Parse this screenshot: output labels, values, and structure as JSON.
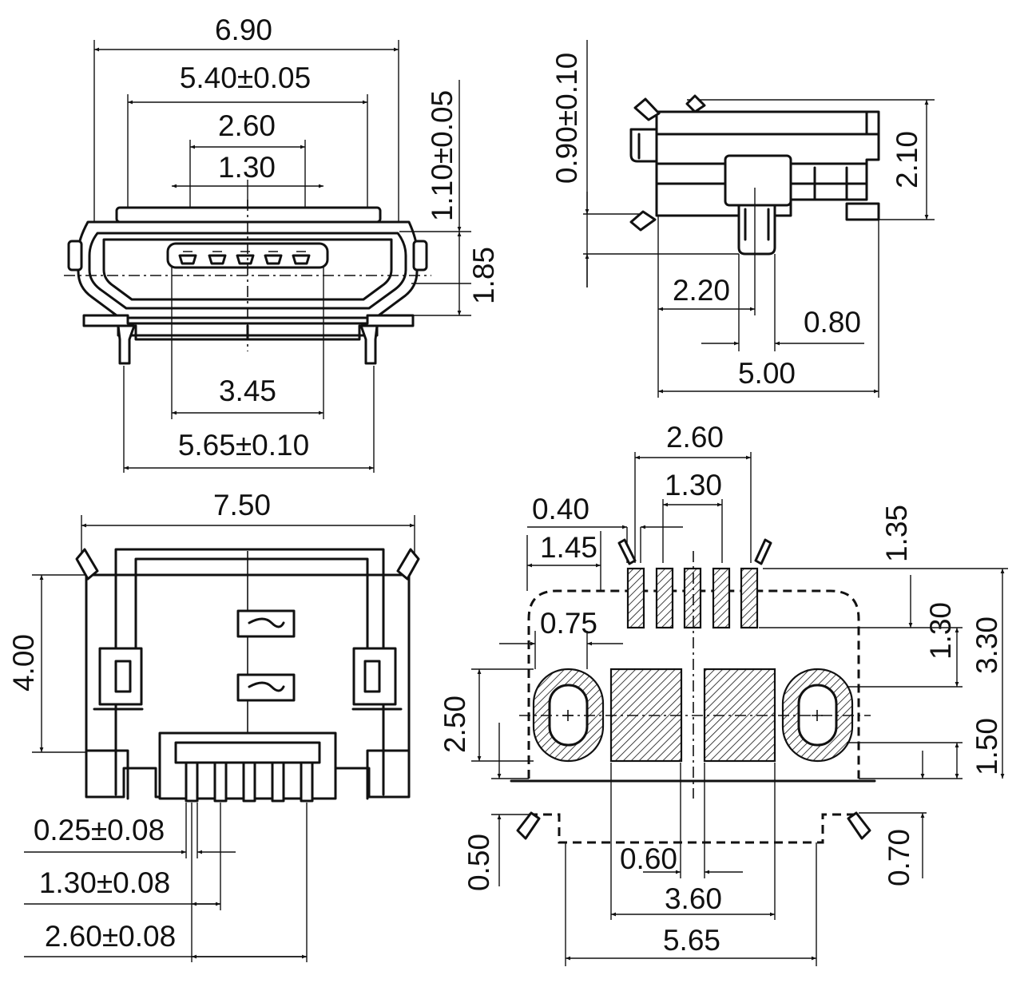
{
  "front_view": {
    "dims": {
      "overall_width": "6.90",
      "shell_width": "5.40±0.05",
      "pin_span": "2.60",
      "pin_pitch": "1.30",
      "top_height": "1.10±0.05",
      "opening_height": "1.85",
      "bottom_inner": "3.45",
      "leg_span": "5.65±0.10"
    }
  },
  "side_view": {
    "dims": {
      "tab_height": "0.90±0.10",
      "total_height": "2.10",
      "peg_offset": "2.20",
      "peg_width": "0.80",
      "length": "5.00"
    }
  },
  "top_view": {
    "dims": {
      "width": "7.50",
      "depth": "4.00",
      "pin_width": "0.25±0.08",
      "pin_pitch": "1.30±0.08",
      "pin_span": "2.60±0.08"
    }
  },
  "footprint": {
    "dims": {
      "pad_span": "2.60",
      "pad_pitch": "1.30",
      "pad_width": "0.40",
      "pad_offset": "1.45",
      "hole_width": "0.75",
      "pad_length": "1.35",
      "row_gap": "1.30",
      "total_height": "3.30",
      "hole_height": "2.50",
      "hole_offset": "1.50",
      "edge_offset": "0.50",
      "center_gap": "0.60",
      "pad_pair_width": "3.60",
      "hole_span": "5.65",
      "tab_offset": "0.70"
    }
  }
}
